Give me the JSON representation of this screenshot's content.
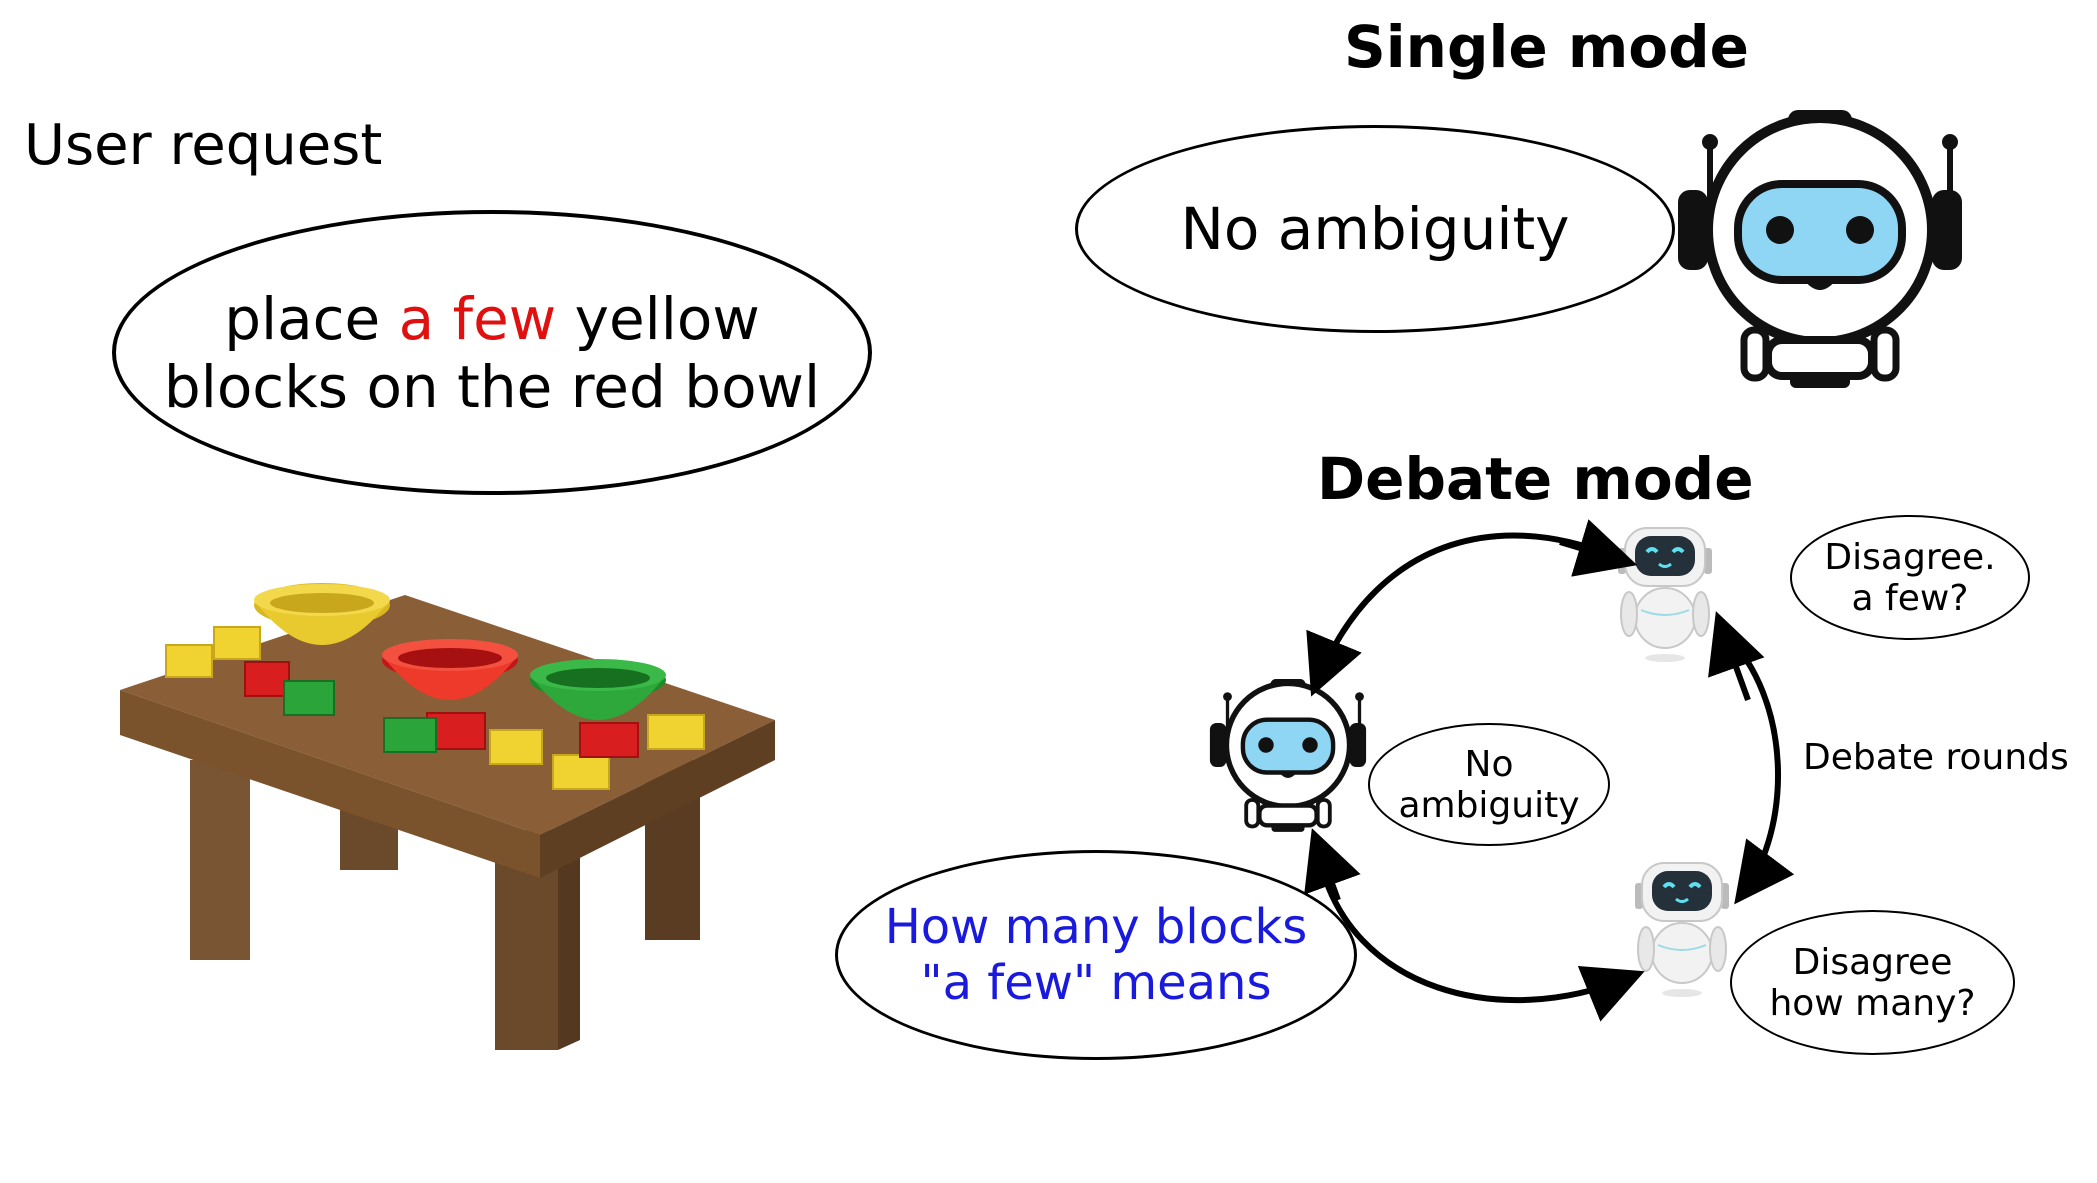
{
  "user_request": {
    "label": "User request",
    "line1_prefix": "place ",
    "line1_highlight": "a few",
    "line1_suffix": " yellow",
    "line2": "blocks on the red bowl",
    "highlight_color": "#e01010"
  },
  "single_mode": {
    "title": "Single mode",
    "bubble": "No ambiguity"
  },
  "debate_mode": {
    "title": "Debate mode",
    "rounds_label": "Debate rounds",
    "agent_top": {
      "line1": "Disagree.",
      "line2": "a few?"
    },
    "agent_left": {
      "line1": "No",
      "line2": "ambiguity"
    },
    "agent_bottom": {
      "line1": "Disagree",
      "line2": "how many?"
    },
    "conclusion": {
      "line1": "How many blocks",
      "line2": "\"a few\" means",
      "color": "#1a1adc"
    }
  },
  "icons": [
    "robot-icon",
    "small-robot-icon",
    "table-with-bowls-and-blocks-illustration"
  ]
}
